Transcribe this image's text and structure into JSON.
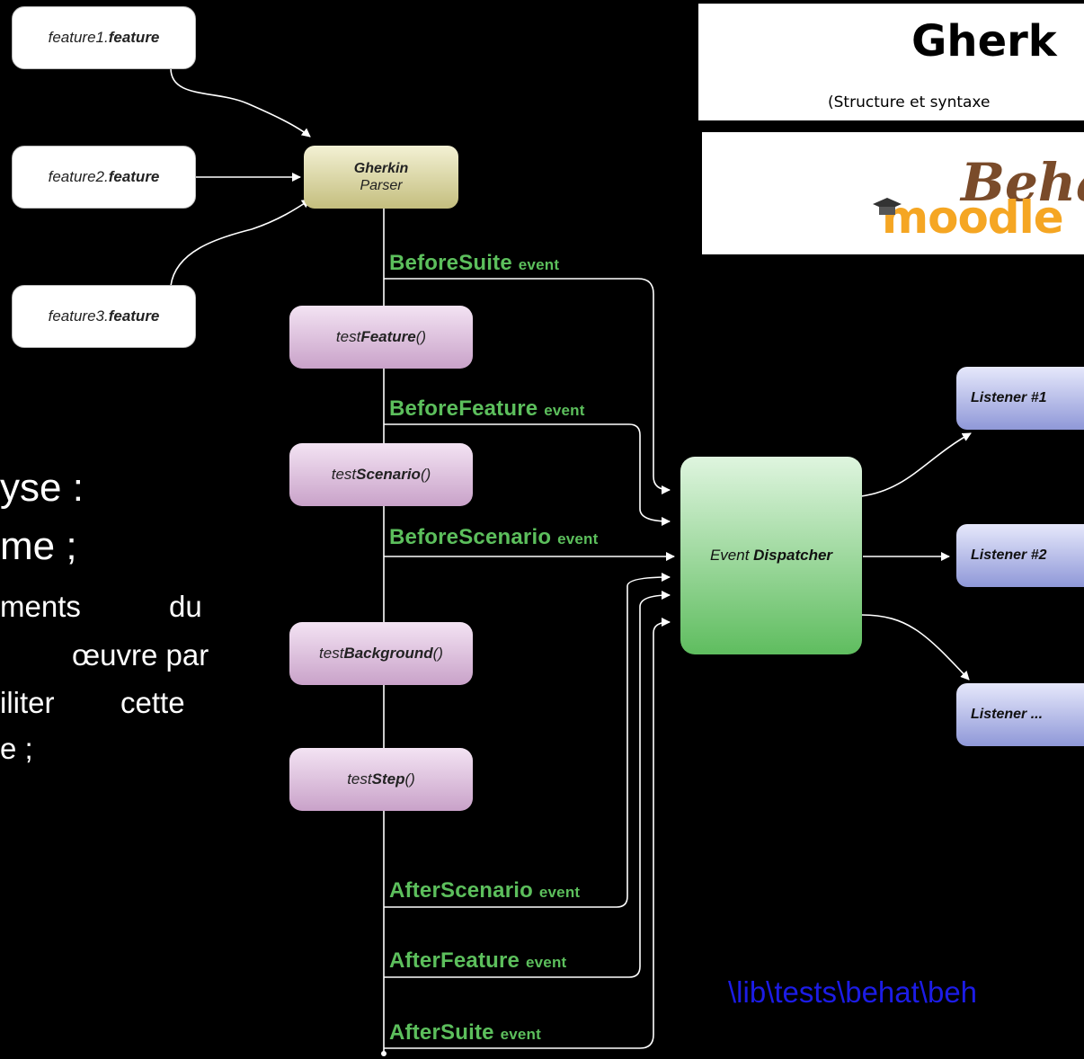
{
  "header": {
    "title": "Gherk",
    "subtitle": "(Structure et syntaxe"
  },
  "logo": {
    "text_top": "Beha",
    "text_bottom": "moodle"
  },
  "left_text": {
    "line1": "yse :",
    "line2": "me ;",
    "line3_a": "ments",
    "line3_b": "du",
    "line4": "œuvre par",
    "line5_a": "iliter",
    "line5_b": "cette",
    "line6": "e ;"
  },
  "features": [
    {
      "prefix": "feature1.",
      "bold": "feature"
    },
    {
      "prefix": "feature2.",
      "bold": "feature"
    },
    {
      "prefix": "feature3.",
      "bold": "feature"
    }
  ],
  "parser": {
    "line1": "Gherkin",
    "line2": "Parser"
  },
  "tests": [
    {
      "prefix": "test",
      "bold": "Feature",
      "suffix": "()"
    },
    {
      "prefix": "test",
      "bold": "Scenario",
      "suffix": "()"
    },
    {
      "prefix": "test",
      "bold": "Background",
      "suffix": "()"
    },
    {
      "prefix": "test",
      "bold": "Step",
      "suffix": "()"
    }
  ],
  "events": [
    {
      "name": "BeforeSuite",
      "suffix": "event"
    },
    {
      "name": "BeforeFeature",
      "suffix": "event"
    },
    {
      "name": "BeforeScenario",
      "suffix": "event"
    },
    {
      "name": "AfterScenario",
      "suffix": "event"
    },
    {
      "name": "AfterFeature",
      "suffix": "event"
    },
    {
      "name": "AfterSuite",
      "suffix": "event"
    }
  ],
  "dispatcher": {
    "prefix": "Event ",
    "bold": "Dispatcher"
  },
  "listeners": [
    {
      "label": "Listener #1"
    },
    {
      "label": "Listener #2"
    },
    {
      "label": "Listener ..."
    }
  ],
  "path_text": "\\lib\\tests\\behat\\beh",
  "colors": {
    "event_green": "#5cbf5c",
    "path_blue": "#1c1ce6",
    "background": "#000000"
  }
}
